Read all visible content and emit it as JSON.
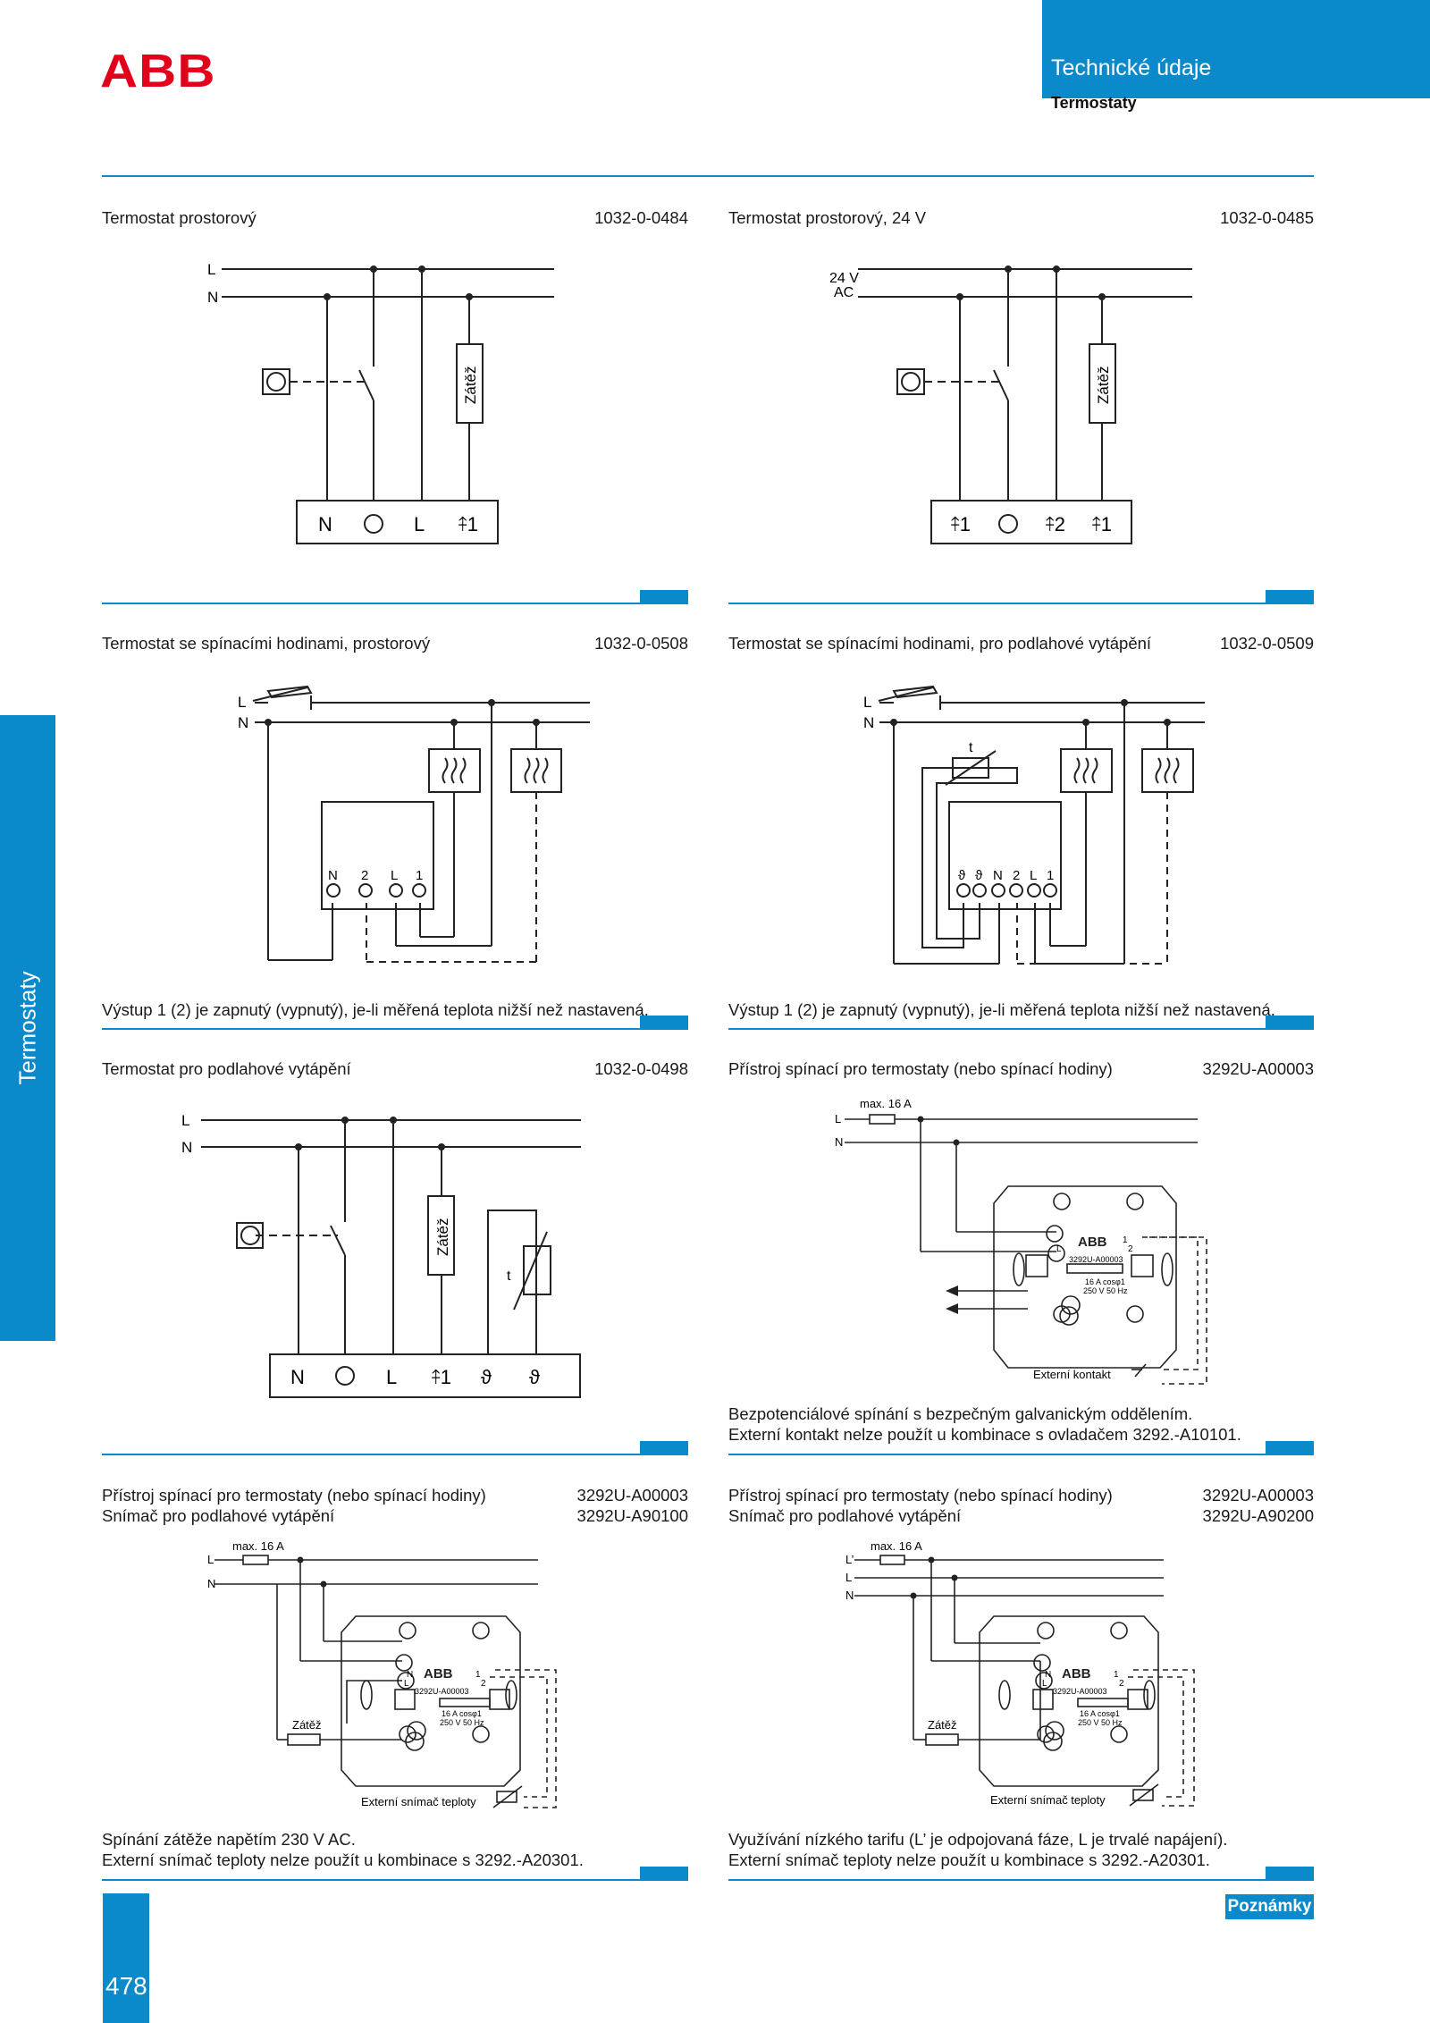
{
  "header": {
    "brand": "ABB",
    "title": "Technické údaje",
    "subtitle": "Termostaty"
  },
  "sidebar": {
    "label": "Termostaty"
  },
  "sections": [
    {
      "title": "Termostat prostorový",
      "code": "1032-0-0484"
    },
    {
      "title": "Termostat prostorový, 24 V",
      "code": "1032-0-0485"
    },
    {
      "title": "Termostat se spínacími hodinami, prostorový",
      "code": "1032-0-0508",
      "note": "Výstup 1 (2) je zapnutý (vypnutý), je-li měřená teplota nižší než nastavená."
    },
    {
      "title": "Termostat se spínacími hodinami, pro podlahové vytápění",
      "code": "1032-0-0509",
      "note": "Výstup 1 (2) je zapnutý (vypnutý), je-li měřená teplota nižší než nastavená."
    },
    {
      "title": "Termostat pro podlahové vytápění",
      "code": "1032-0-0498"
    },
    {
      "title": "Přístroj spínací pro termostaty (nebo spínací hodiny)",
      "code": "3292U-A00003",
      "note1": "Bezpotenciálové spínání s bezpečným galvanickým oddělením.",
      "note2": "Externí kontakt nelze použít u kombinace s ovladačem 3292.-A10101."
    },
    {
      "title": "Přístroj spínací pro termostaty (nebo spínací hodiny)",
      "title2": "Snímač pro podlahové vytápění",
      "code": "3292U-A00003",
      "code2": "3292U-A90100",
      "note1": "Spínání zátěže napětím 230 V AC.",
      "note2": "Externí snímač teploty nelze použít u kombinace s 3292.-A20301."
    },
    {
      "title": "Přístroj spínací pro termostaty (nebo spínací hodiny)",
      "title2": "Snímač pro podlahové vytápění",
      "code": "3292U-A00003",
      "code2": "3292U-A90200",
      "note1": "Využívání nízkého tarifu (L’ je odpojovaná fáze, L je trvalé napájení).",
      "note2": "Externí snímač teploty nelze použít u kombinace s 3292.-A20301."
    }
  ],
  "diagram_labels": {
    "L": "L",
    "N": "N",
    "L_prime": "L’",
    "ac24": "24 V",
    "ac": "AC",
    "load": "Zátěž",
    "t": "t",
    "max16": "max. 16 A",
    "ext_contact": "Externí kontakt",
    "ext_sensor": "Externí snímač teploty",
    "device_code": "3292U-A00003",
    "rating1": "16 A cosφ1",
    "rating2": "250 V 50 Hz",
    "one": "1",
    "two": "2",
    "term_N": "N",
    "term_L": "L",
    "term_1": "⤉1",
    "term_2": "⤉2",
    "theta": "ϑ"
  },
  "footer": {
    "page": "478",
    "notes": "Poznámky"
  }
}
